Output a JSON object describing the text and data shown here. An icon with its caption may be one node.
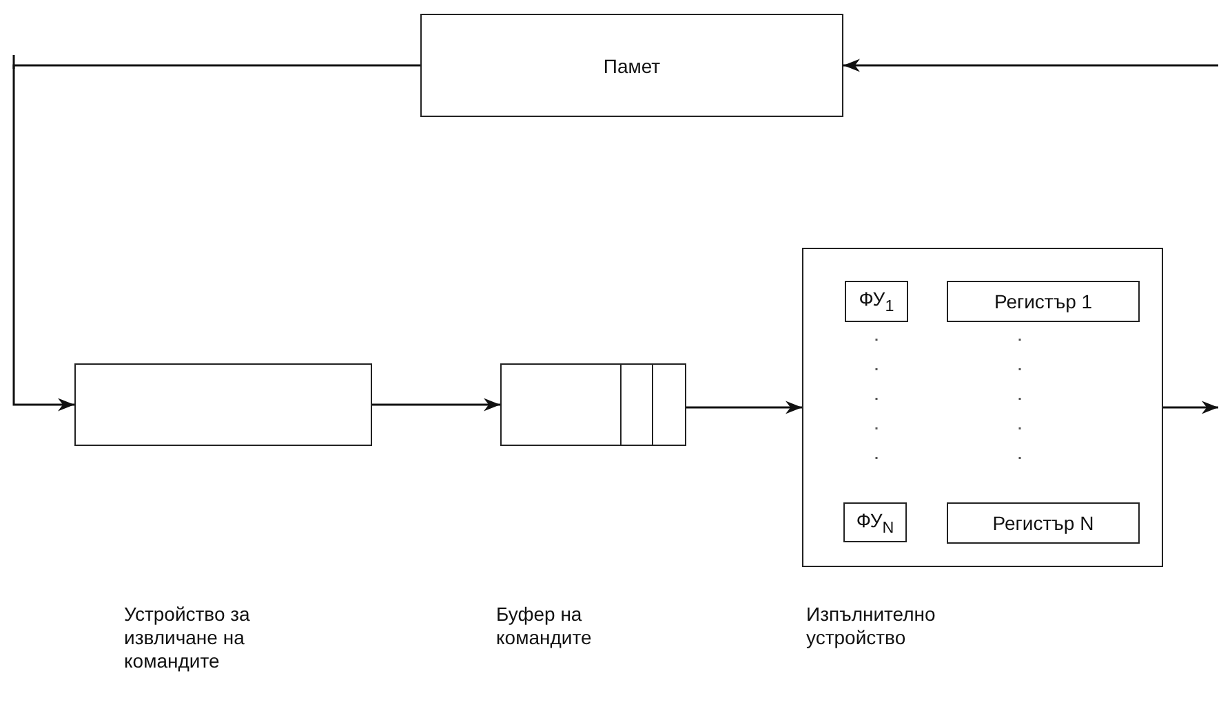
{
  "diagram": {
    "nodes": [
      {
        "text": [
          "Памет"
        ]
      },
      {
        "text": [],
        "shape": "box"
      },
      {
        "text": [],
        "shape": "box"
      },
      {
        "text": [],
        "shape": "box"
      },
      {
        "text": [
          "ФУ$_{1}$"
        ],
        "in": 3
      },
      {
        "text": [
          "Регистър 1"
        ],
        "in": 3
      },
      {
        "text": [
          "ФУ$_{N}$"
        ],
        "in": 3
      },
      {
        "text": [
          "Регистър N"
        ],
        "in": 3
      }
    ],
    "edges": [
      {
        "from": 0,
        "to": 1,
        "arrow": "to"
      },
      {
        "from": null,
        "to": 0,
        "arrow": "to"
      },
      {
        "from": 1,
        "to": 2,
        "arrow": "to"
      },
      {
        "from": 2,
        "to": 3,
        "arrow": "to"
      },
      {
        "from": 3,
        "to": null,
        "arrow": "to"
      }
    ],
    "labels": [
      "Устройство за извличане на командите",
      "Буфер на командите",
      "Изпълнително устройство"
    ]
  }
}
